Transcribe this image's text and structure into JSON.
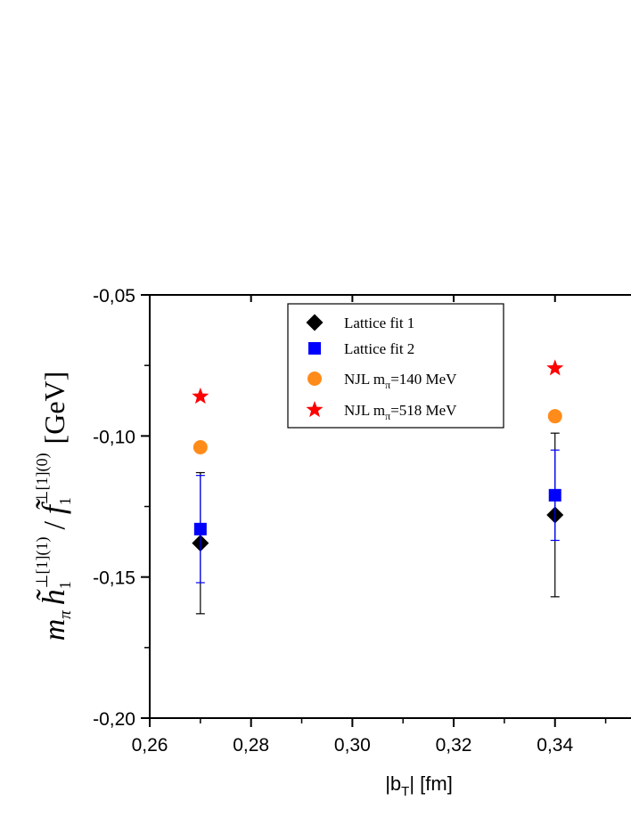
{
  "chart_data": {
    "type": "scatter",
    "xlabel": "|b_T|  [fm]",
    "xlabel_main": "|b",
    "xlabel_sub": "T",
    "xlabel_rest": "|  [fm]",
    "ylabel": "m_π h̃_1^{⊥[1](1)} / f̃_1^{⊥[1](0)} [GeV]",
    "ylabel_parts": {
      "m": "m",
      "pi": "π",
      "h": "h",
      "h_sub": "1",
      "h_sup": "⊥[1](1)",
      "slash": "/",
      "f": "f",
      "f_sub": "1",
      "f_sup": "⊥[1](0)",
      "unit": "[GeV]"
    },
    "xlim": [
      0.26,
      0.355
    ],
    "ylim": [
      -0.2,
      -0.05
    ],
    "xticks": [
      0.26,
      0.28,
      0.3,
      0.32,
      0.34
    ],
    "xtick_labels": [
      "0,26",
      "0,28",
      "0,30",
      "0,32",
      "0,34"
    ],
    "yticks": [
      -0.2,
      -0.15,
      -0.1,
      -0.05
    ],
    "ytick_labels": [
      "-0,20",
      "-0,15",
      "-0,10",
      "-0,05"
    ],
    "grid": false,
    "legend_position": "top-center",
    "series": [
      {
        "name": "Lattice fit 1",
        "marker": "diamond",
        "color": "#000000",
        "x": [
          0.27,
          0.34
        ],
        "y": [
          -0.138,
          -0.128
        ],
        "err": [
          0.025,
          0.029
        ]
      },
      {
        "name": "Lattice fit 2",
        "marker": "square",
        "color": "#0000ff",
        "x": [
          0.27,
          0.34
        ],
        "y": [
          -0.133,
          -0.121
        ],
        "err": [
          0.019,
          0.016
        ]
      },
      {
        "name": "NJL m_π=140 MeV",
        "label_main": "NJL m",
        "label_sub": "π",
        "label_rest": "=140 MeV",
        "marker": "circle",
        "color": "#ff8c1a",
        "x": [
          0.27,
          0.34
        ],
        "y": [
          -0.104,
          -0.093
        ]
      },
      {
        "name": "NJL m_π=518 MeV",
        "label_main": "NJL m",
        "label_sub": "π",
        "label_rest": "=518 MeV",
        "marker": "star",
        "color": "#ff0000",
        "x": [
          0.27,
          0.34
        ],
        "y": [
          -0.086,
          -0.076
        ]
      }
    ]
  }
}
